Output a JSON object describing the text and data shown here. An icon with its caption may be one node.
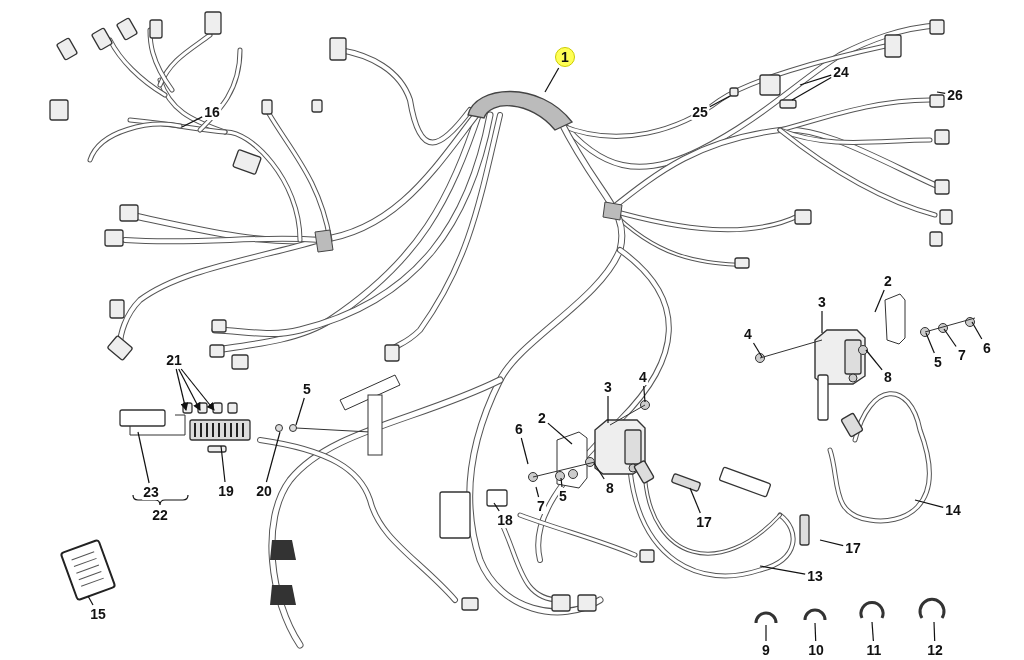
{
  "diagram": {
    "nodes": [
      {
        "text": [
          "1"
        ]
      },
      {
        "text": [
          "24"
        ]
      },
      {
        "text": [
          "16"
        ]
      },
      {
        "text": [
          "25"
        ]
      },
      {
        "text": [
          "26"
        ]
      },
      {
        "text": [
          "2"
        ]
      },
      {
        "text": [
          "3"
        ]
      },
      {
        "text": [
          "4"
        ]
      },
      {
        "text": [
          "6"
        ]
      },
      {
        "text": [
          "5"
        ]
      },
      {
        "text": [
          "7"
        ]
      },
      {
        "text": [
          "8"
        ]
      },
      {
        "text": [
          "21"
        ]
      },
      {
        "text": [
          "5"
        ]
      },
      {
        "text": [
          "3"
        ]
      },
      {
        "text": [
          "4"
        ]
      },
      {
        "text": [
          "2"
        ]
      },
      {
        "text": [
          "6"
        ]
      },
      {
        "text": [
          "8"
        ]
      },
      {
        "text": [
          "5"
        ]
      },
      {
        "text": [
          "7"
        ]
      },
      {
        "text": [
          "23"
        ]
      },
      {
        "text": [
          "19"
        ]
      },
      {
        "text": [
          "20"
        ]
      },
      {
        "text": [
          "18"
        ]
      },
      {
        "text": [
          "17"
        ]
      },
      {
        "text": [
          "14"
        ]
      },
      {
        "text": [
          "17"
        ]
      },
      {
        "text": [
          "13"
        ]
      },
      {
        "text": [
          "15"
        ]
      },
      {
        "text": [
          "9"
        ]
      },
      {
        "text": [
          "10"
        ]
      },
      {
        "text": [
          "11"
        ]
      },
      {
        "text": [
          "12"
        ]
      }
    ],
    "edges": [
      {
        "from": 0,
        "to": null,
        "arrow": "none"
      },
      {
        "from": 1,
        "to": null,
        "arrow": "none"
      },
      {
        "from": 1,
        "to": null,
        "arrow": "none"
      },
      {
        "from": 2,
        "to": null,
        "arrow": "none"
      },
      {
        "from": 3,
        "to": null,
        "arrow": "none"
      },
      {
        "from": 4,
        "to": null,
        "arrow": "none"
      },
      {
        "from": 5,
        "to": null,
        "arrow": "none"
      },
      {
        "from": 6,
        "to": null,
        "arrow": "none"
      },
      {
        "from": 7,
        "to": null,
        "arrow": "none"
      },
      {
        "from": 8,
        "to": null,
        "arrow": "none"
      },
      {
        "from": 9,
        "to": null,
        "arrow": "none"
      },
      {
        "from": 10,
        "to": null,
        "arrow": "none"
      },
      {
        "from": 11,
        "to": null,
        "arrow": "none"
      },
      {
        "from": 12,
        "to": null,
        "arrow": "to"
      },
      {
        "from": 12,
        "to": null,
        "arrow": "to"
      },
      {
        "from": 12,
        "to": null,
        "arrow": "to"
      },
      {
        "from": 13,
        "to": null,
        "arrow": "none"
      },
      {
        "from": 14,
        "to": null,
        "arrow": "none"
      },
      {
        "from": 15,
        "to": null,
        "arrow": "none"
      },
      {
        "from": 16,
        "to": null,
        "arrow": "none"
      },
      {
        "from": 17,
        "to": null,
        "arrow": "none"
      },
      {
        "from": 18,
        "to": null,
        "arrow": "none"
      },
      {
        "from": 19,
        "to": null,
        "arrow": "none"
      },
      {
        "from": 20,
        "to": null,
        "arrow": "none"
      },
      {
        "from": 21,
        "to": null,
        "arrow": "none"
      },
      {
        "from": 22,
        "to": null,
        "arrow": "none"
      },
      {
        "from": 23,
        "to": null,
        "arrow": "none"
      },
      {
        "from": 24,
        "to": null,
        "arrow": "none"
      },
      {
        "from": 25,
        "to": null,
        "arrow": "none"
      },
      {
        "from": 26,
        "to": null,
        "arrow": "none"
      },
      {
        "from": 27,
        "to": null,
        "arrow": "none"
      },
      {
        "from": 28,
        "to": null,
        "arrow": "none"
      },
      {
        "from": 29,
        "to": null,
        "arrow": "none"
      },
      {
        "from": 30,
        "to": null,
        "arrow": "none"
      },
      {
        "from": 31,
        "to": null,
        "arrow": "none"
      },
      {
        "from": 32,
        "to": null,
        "arrow": "none"
      },
      {
        "from": 33,
        "to": null,
        "arrow": "none"
      }
    ],
    "labels": [
      "22"
    ]
  }
}
